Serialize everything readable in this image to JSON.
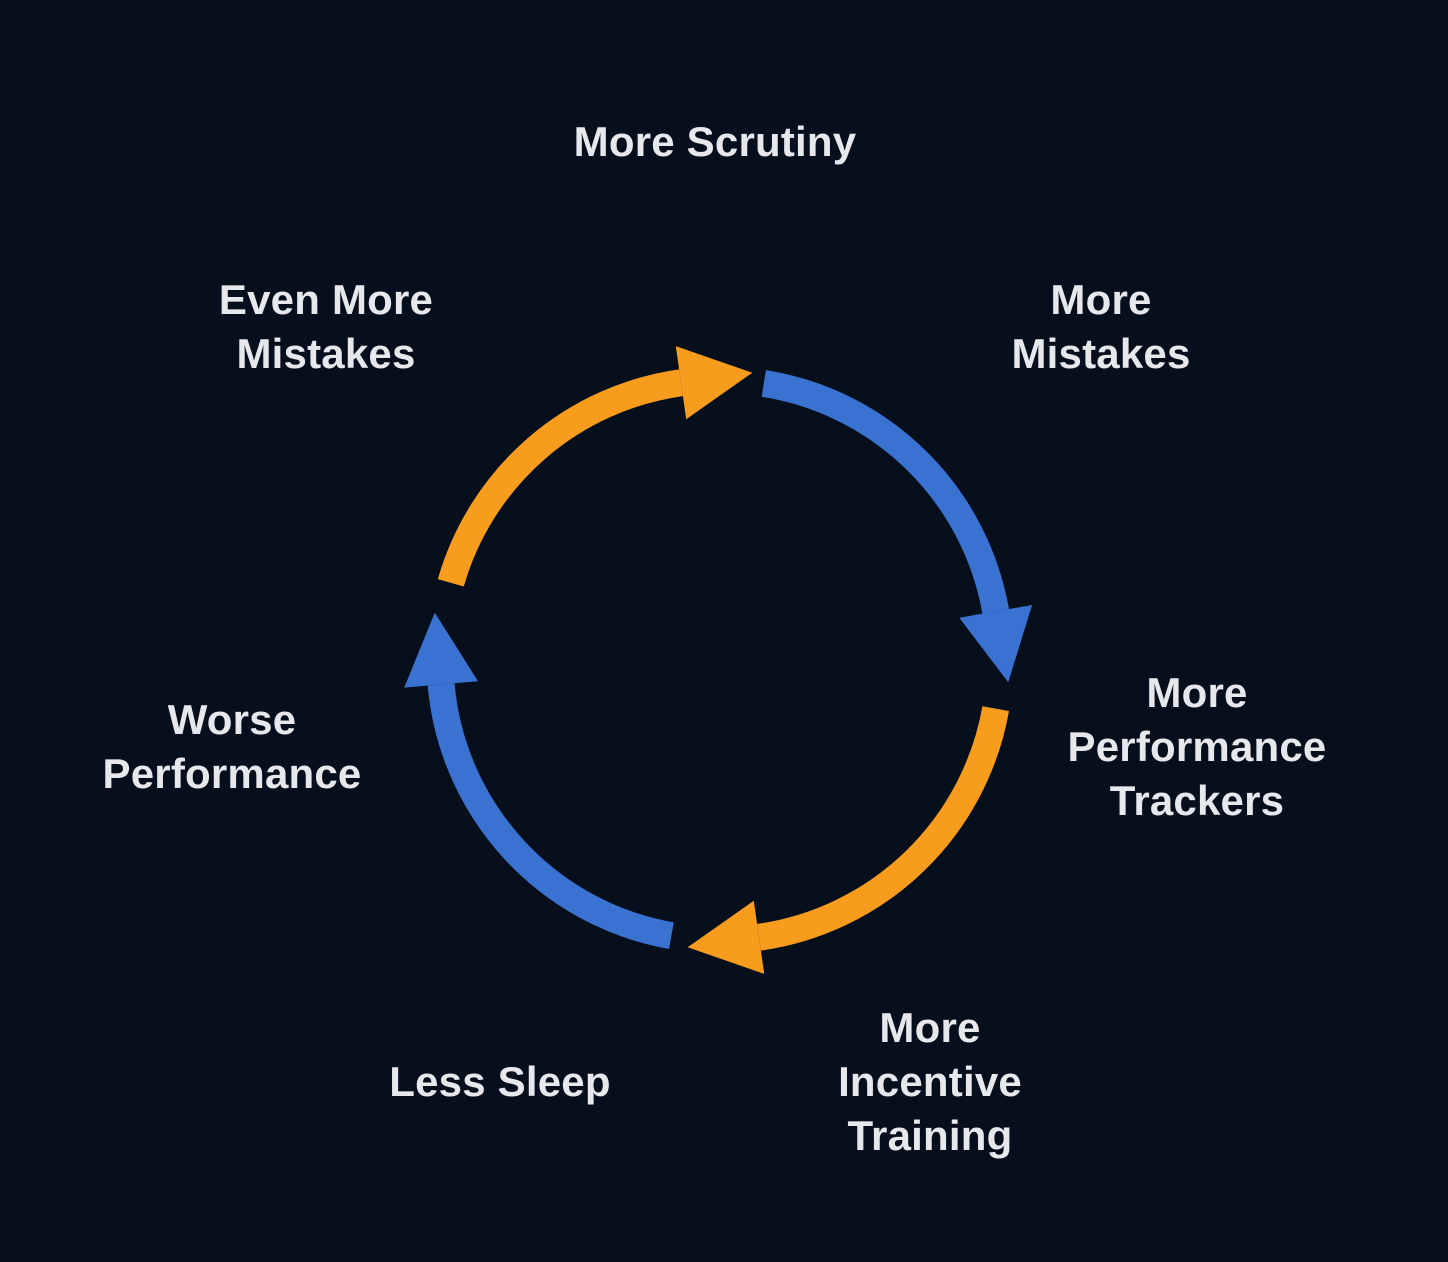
{
  "meta": {
    "description": "Vicious cycle diagram on dark background",
    "background": "#070e1c"
  },
  "colors": {
    "orange": "#F89C1D",
    "blue": "#3A72D2",
    "text": "#e6e8ec"
  },
  "cycle": {
    "direction": "clockwise",
    "labels": {
      "top": "More Scrutiny",
      "top_right": "More\nMistakes",
      "right": "More\nPerformance\nTrackers",
      "bottom_right": "More\nIncentive\nTraining",
      "bottom_left": "Less Sleep",
      "left": "Worse\nPerformance",
      "top_left": "Even More\nMistakes"
    },
    "arcs": [
      {
        "name": "arc-top-left",
        "color": "orange",
        "arrow_points": "right at top"
      },
      {
        "name": "arc-top-right",
        "color": "blue",
        "arrow_points": "down at right"
      },
      {
        "name": "arc-bottom-right",
        "color": "orange",
        "arrow_points": "left at bottom"
      },
      {
        "name": "arc-bottom-left",
        "color": "blue",
        "arrow_points": "up at left"
      }
    ]
  }
}
